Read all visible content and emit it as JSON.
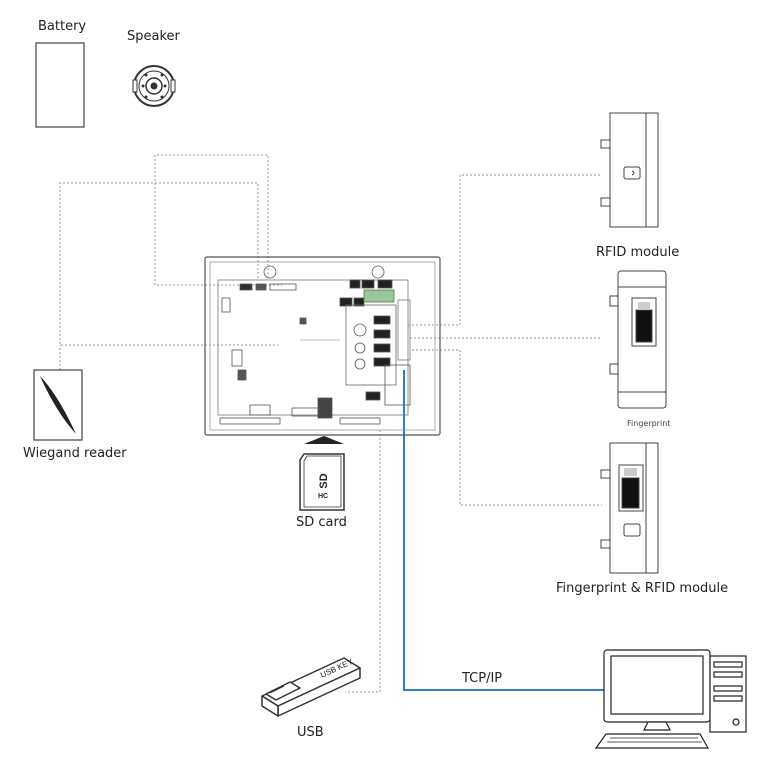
{
  "labels": {
    "battery": "Battery",
    "speaker": "Speaker",
    "rfid_module": "RFID module",
    "fingerprint": "Fingerprint",
    "fingerprint_rfid": "Fingerprint & RFID module",
    "wiegand_reader": "Wiegand reader",
    "sd_card": "SD card",
    "usb": "USB",
    "tcp_ip": "TCP/IP"
  },
  "device_text": {
    "sd_logo": "SD",
    "sd_sub": "HC",
    "usb_stick": "USB KEY"
  },
  "colors": {
    "tcp_line": "#2f7fc4",
    "dotted_line": "#9a9a9a",
    "outline": "#444444"
  },
  "icons": [
    "battery-icon",
    "speaker-icon",
    "rfid-module-icon",
    "fingerprint-module-icon",
    "fingerprint-rfid-module-icon",
    "wiegand-reader-icon",
    "sd-card-icon",
    "usb-stick-icon",
    "computer-icon",
    "controller-board"
  ]
}
